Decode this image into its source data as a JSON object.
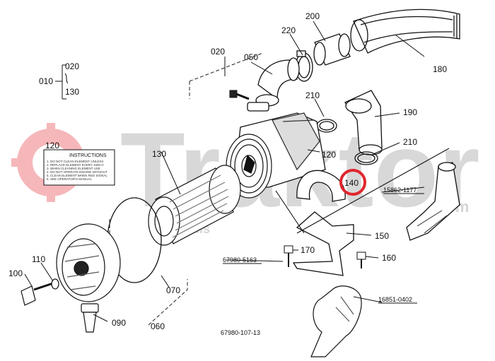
{
  "watermark": {
    "brand": "Traktor",
    "suffix": ".com",
    "sub": "midis",
    "color": "#b9b9b9",
    "accent": "#e8343c"
  },
  "labels": {
    "p010": "010",
    "p020a": "020",
    "p130a": "130",
    "p020": "020",
    "p050": "050",
    "p220": "220",
    "p200": "200",
    "p180": "180",
    "p210a": "210",
    "p190": "190",
    "p210b": "210",
    "p120a": "120",
    "p120b": "120",
    "p130": "130",
    "p140": "140",
    "p150": "150",
    "p160": "160",
    "p170": "170",
    "p100": "100",
    "p110": "110",
    "p070": "070",
    "p090": "090",
    "p060": "060"
  },
  "refs": {
    "r15862": "15862-1177",
    "r67980": "67980-5163",
    "r16851": "16851-0402",
    "code": "67980-107-13"
  },
  "decal": {
    "title": "INSTRUCTIONS",
    "lines": [
      "1. DO NOT CLEAN ELEMENT UNLESS",
      "2. REPLACE ELEMENT EVERY 1000 H",
      "3. WHEN CLEANING ELEMENT USE",
      "4. DO NOT OPERATE ENGINE WITHOUT",
      "5. CLEAN ELEMENT WHEN RED SIGNAL",
      "6. SEE OPERATOR'S MANUAL"
    ]
  },
  "highlight_color": "#e0262d"
}
